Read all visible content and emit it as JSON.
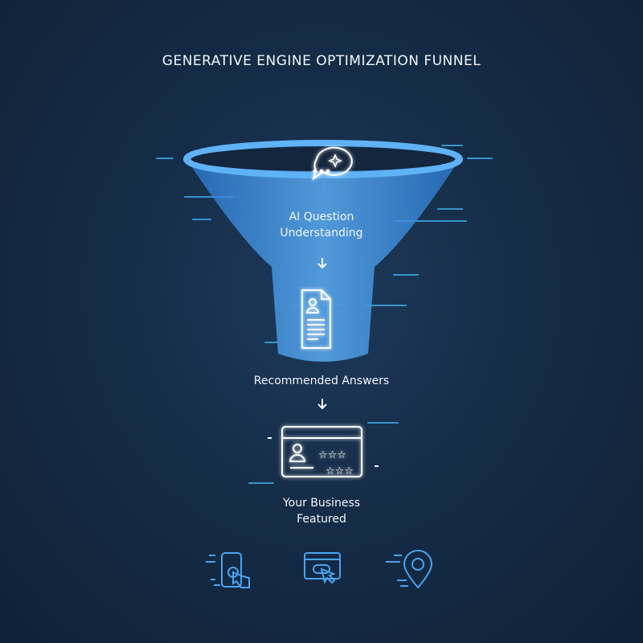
{
  "title": "GENERATIVE ENGINE OPTIMIZATION FUNNEL",
  "stages": [
    {
      "line1": "AI Question",
      "line2": "Understanding",
      "icon": "chat-sparkle-icon"
    },
    {
      "line1": "Recommended Answers",
      "icon": "document-profile-icon"
    },
    {
      "line1": "Your Business",
      "line2": "Featured",
      "icon": "business-card-rating-icon"
    }
  ],
  "bottom_icons": [
    "mobile-tap-icon",
    "web-click-icon",
    "location-pin-icon"
  ],
  "colors": {
    "background": "#152c47",
    "funnel": "#3b8ee0",
    "glow": "#8fd0ff",
    "icon": "#4aa3f0"
  }
}
